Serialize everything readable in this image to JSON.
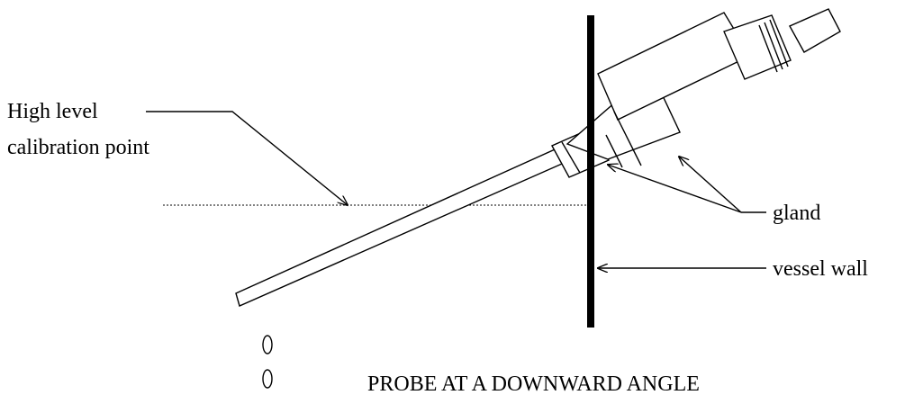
{
  "labels": {
    "high_level_line1": "High level",
    "high_level_line2": "calibration point",
    "gland": "gland",
    "vessel_wall": "vessel wall"
  },
  "caption": "PROBE AT A DOWNWARD ANGLE",
  "colors": {
    "ink": "#000000",
    "background": "#ffffff"
  }
}
